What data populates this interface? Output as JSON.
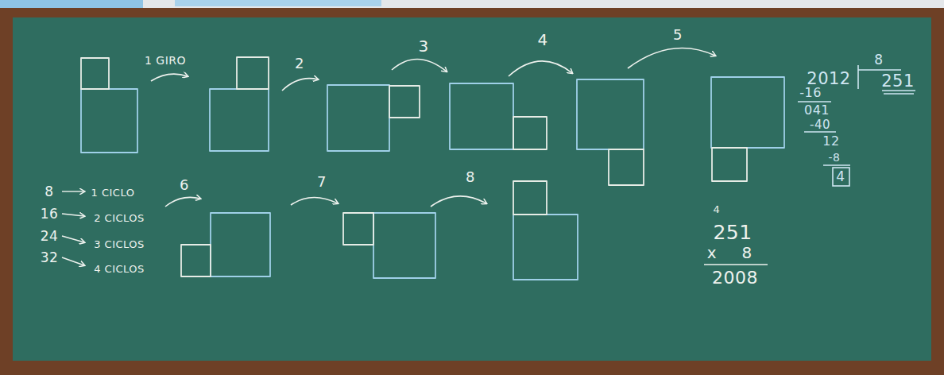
{
  "diagram": {
    "labels": [
      "1 GIRO",
      "2",
      "3",
      "4",
      "5",
      "6",
      "7",
      "8",
      "8",
      "1 CICLO",
      "16",
      "2 CICLOS",
      "24",
      "3 CICLOS",
      "32",
      "4 CICLOS",
      "2012",
      "8",
      "251",
      "-16",
      "041",
      "-40",
      "12",
      "-8",
      "4",
      "4",
      "251",
      "x",
      "8",
      "2008"
    ]
  }
}
